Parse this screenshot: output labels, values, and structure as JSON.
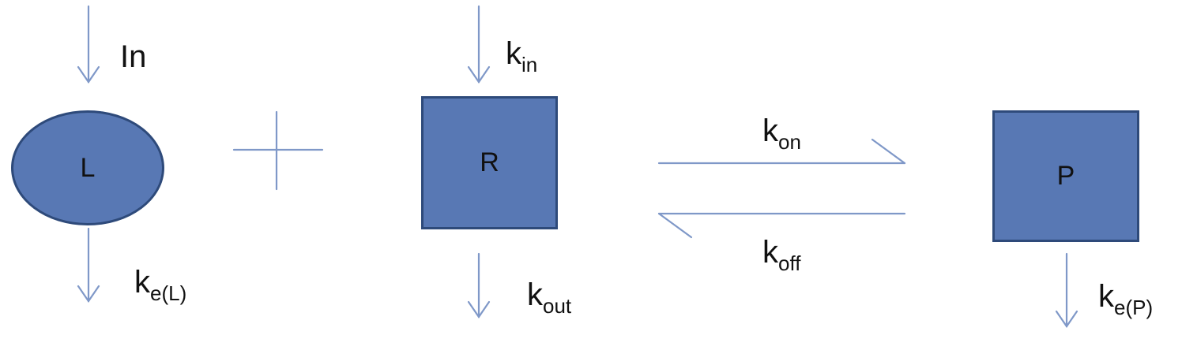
{
  "nodes": {
    "ligand": "L",
    "receptor": "R",
    "complex": "P"
  },
  "labels": {
    "input": "In",
    "k_in": {
      "base": "k",
      "sub": "in"
    },
    "k_eL": {
      "base": "k",
      "sub": "e(L)"
    },
    "k_out": {
      "base": "k",
      "sub": "out"
    },
    "k_on": {
      "base": "k",
      "sub": "on"
    },
    "k_off": {
      "base": "k",
      "sub": "off"
    },
    "k_eP": {
      "base": "k",
      "sub": "e(P)"
    }
  },
  "colors": {
    "node_fill": "#5878B4",
    "node_border": "#2E4A7A",
    "arrow": "#7F98C8"
  }
}
